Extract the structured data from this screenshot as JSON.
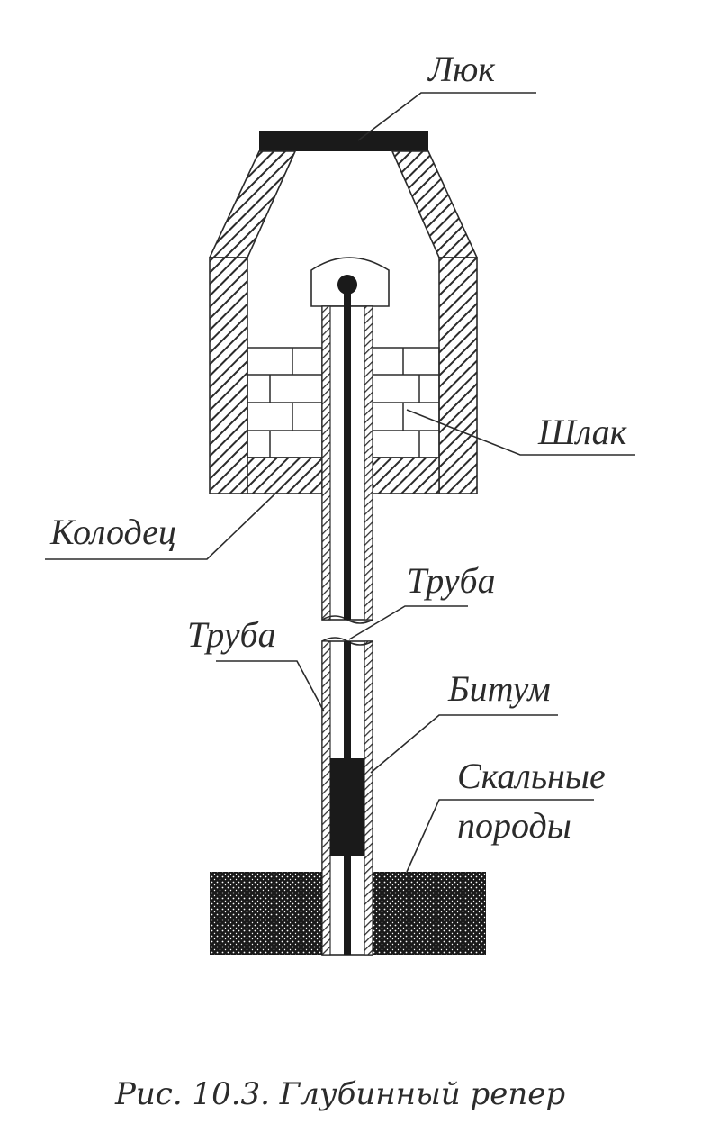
{
  "labels": {
    "hatch": "Люк",
    "slag": "Шлак",
    "well": "Колодец",
    "pipe_right": "Труба",
    "pipe_left": "Труба",
    "bitumen": "Битум",
    "rock_line1": "Скальные",
    "rock_line2": "породы"
  },
  "caption": "Рис. 10.3. Глубинный репер",
  "colors": {
    "ink": "#2b2b2b",
    "fill_dark": "#1a1a1a",
    "background": "#ffffff"
  }
}
